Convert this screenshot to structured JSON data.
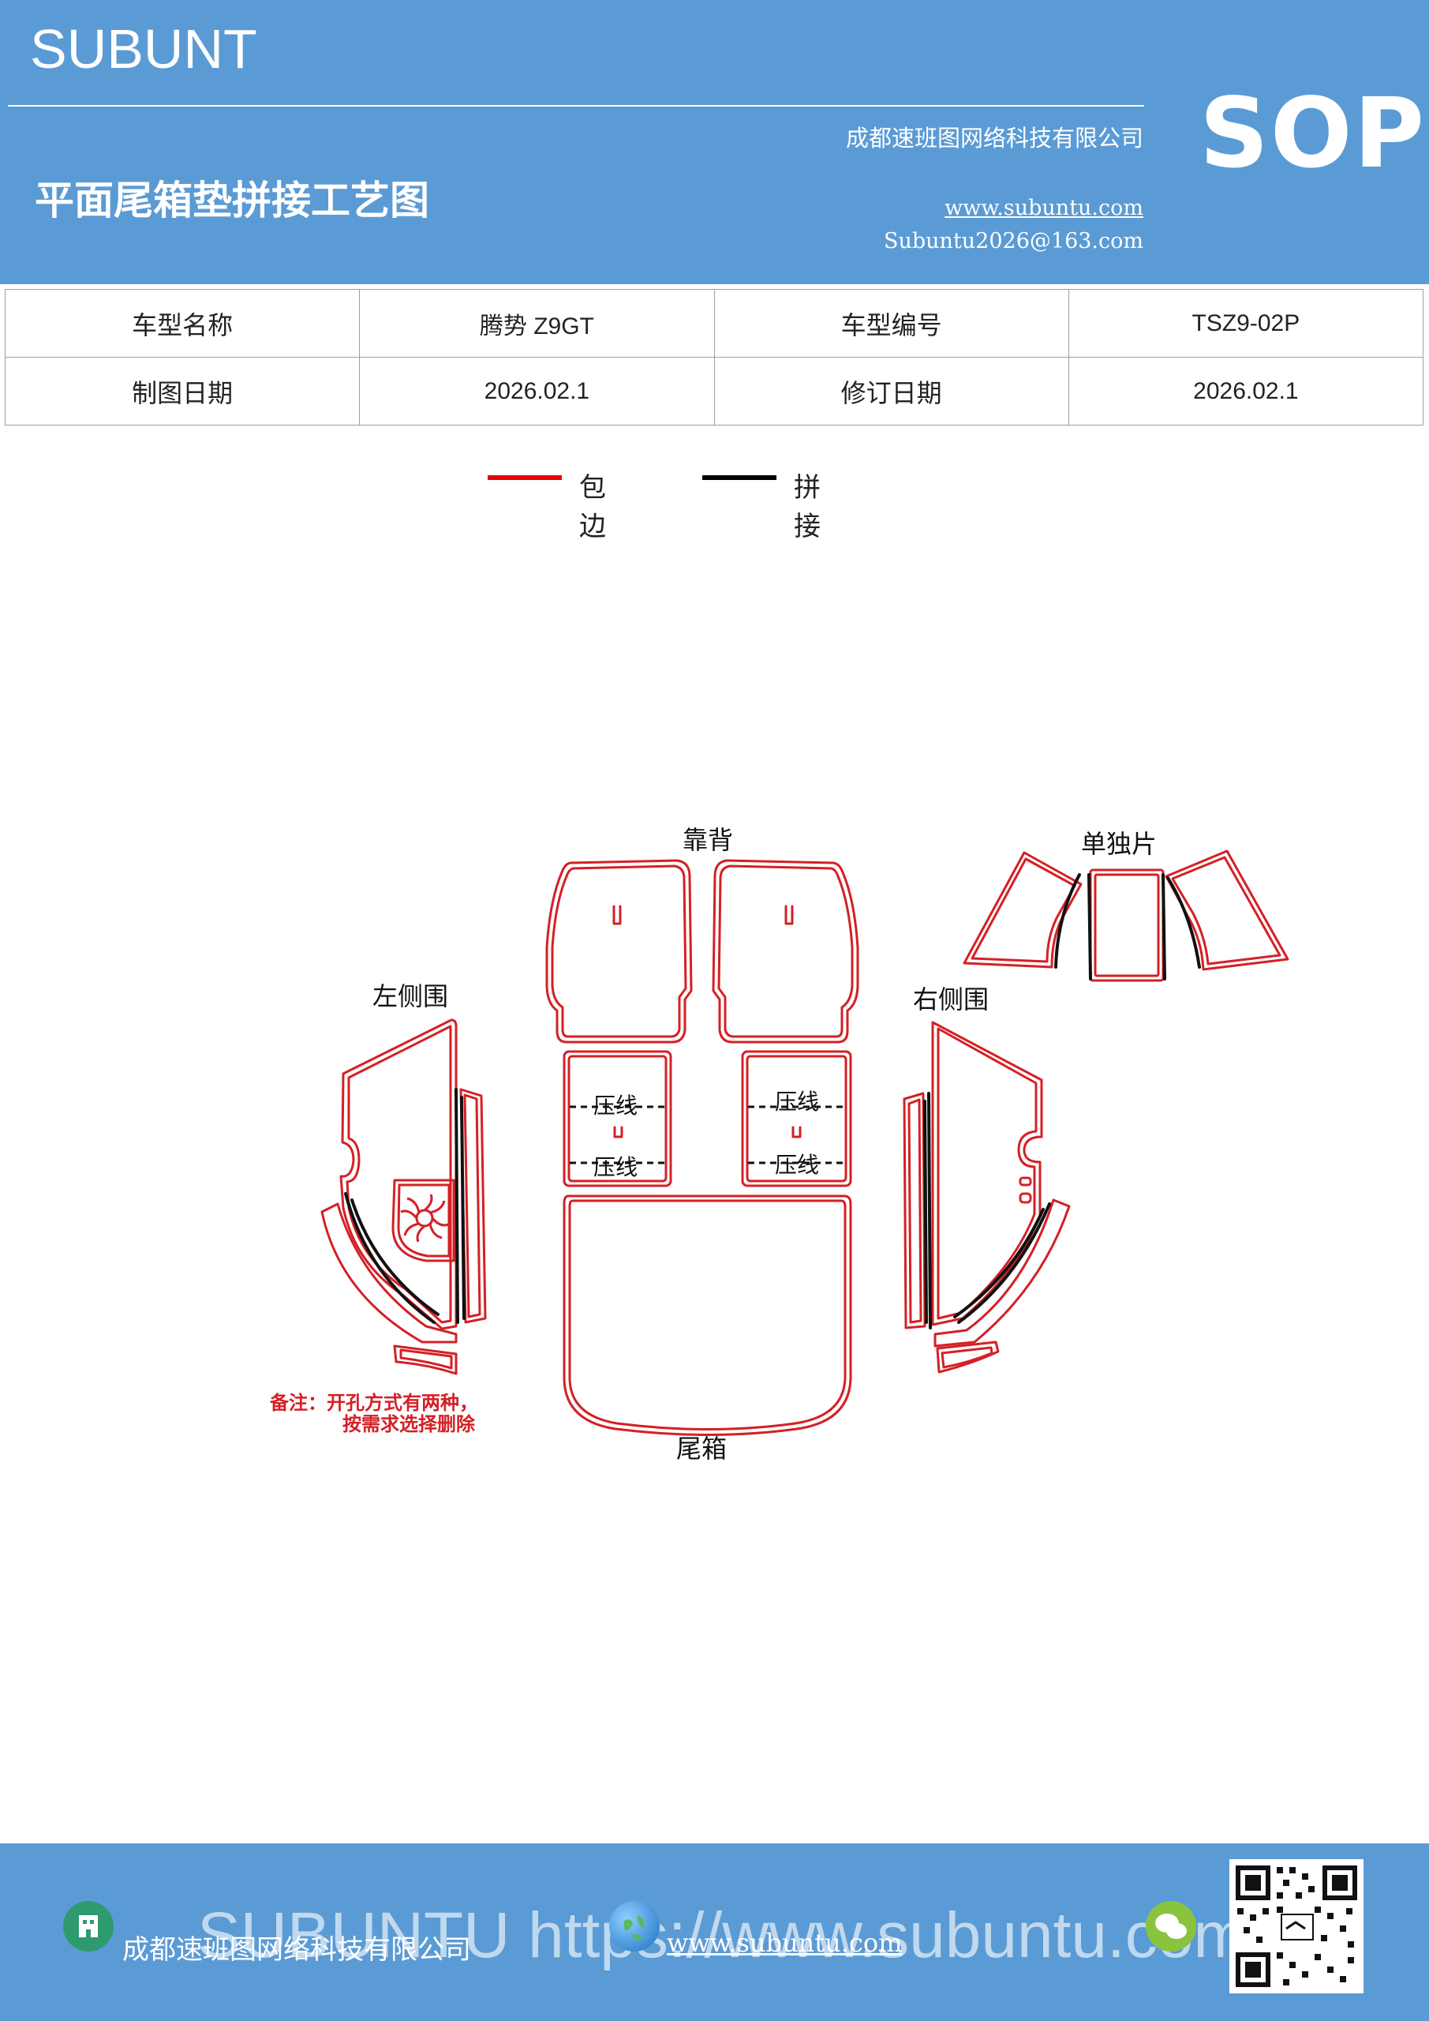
{
  "header": {
    "brand": "SUBUNT",
    "company": "成都速班图网络科技有限公司",
    "doc_title": "平面尾箱垫拼接工艺图",
    "website": "www.subuntu.com",
    "email": "Subuntu2026@163.com",
    "badge": "SOP"
  },
  "info_table": {
    "model_name_label": "车型名称",
    "model_name": "腾势 Z9GT",
    "model_code_label": "车型编号",
    "model_code": "TSZ9-02P",
    "draw_date_label": "制图日期",
    "draw_date": "2026.02.1",
    "revise_date_label": "修订日期",
    "revise_date": "2026.02.1"
  },
  "legend": [
    {
      "label": "包边",
      "color": "#e8000b"
    },
    {
      "label": "拼接",
      "color": "#000000"
    }
  ],
  "diagram": {
    "stroke_red": "#d42026",
    "stroke_black": "#111111",
    "labels": {
      "backrest": "靠背",
      "single_piece": "单独片",
      "left_side": "左侧围",
      "right_side": "右侧围",
      "trunk": "尾箱",
      "crease": "压线"
    },
    "note_line1": "备注：开孔方式有两种，",
    "note_line2": "按需求选择删除"
  },
  "footer": {
    "watermark": "SUBUNTU https://www.subuntu.com",
    "company": "成都速班图网络科技有限公司",
    "website": "www.subuntu.com",
    "icons": [
      "building-icon",
      "globe-icon",
      "wechat-icon",
      "qr-code"
    ]
  }
}
